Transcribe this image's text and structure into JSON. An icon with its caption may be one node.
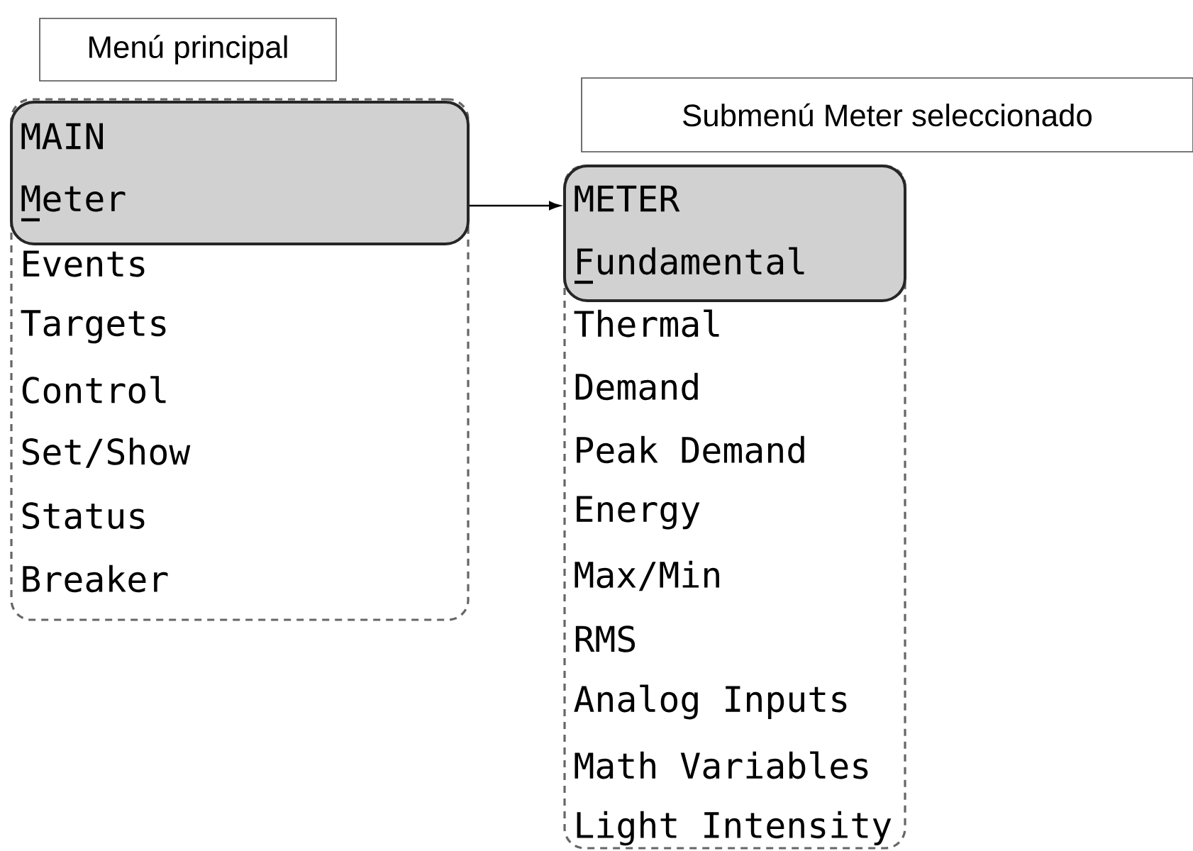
{
  "diagram": {
    "nodes": [
      {
        "text": [
          "Menú principal"
        ]
      },
      {
        "text": [
          "Events",
          "Targets",
          "Control",
          "Set/Show",
          "Status",
          "Breaker"
        ]
      },
      {
        "text": [
          "MAIN",
          "Meter"
        ],
        "in": 1
      },
      {
        "text": [
          "Submenú Meter seleccionado"
        ]
      },
      {
        "text": [
          "Thermal",
          "Demand",
          "Peak Demand",
          "Energy",
          "Max/Min",
          "RMS",
          "Analog Inputs",
          "Math Variables",
          "Light Intensity"
        ]
      },
      {
        "text": [
          "METER",
          "Fundamental"
        ],
        "in": 4
      }
    ],
    "edges": [
      {
        "from": 2,
        "to": 5,
        "arrow": "to"
      }
    ]
  }
}
